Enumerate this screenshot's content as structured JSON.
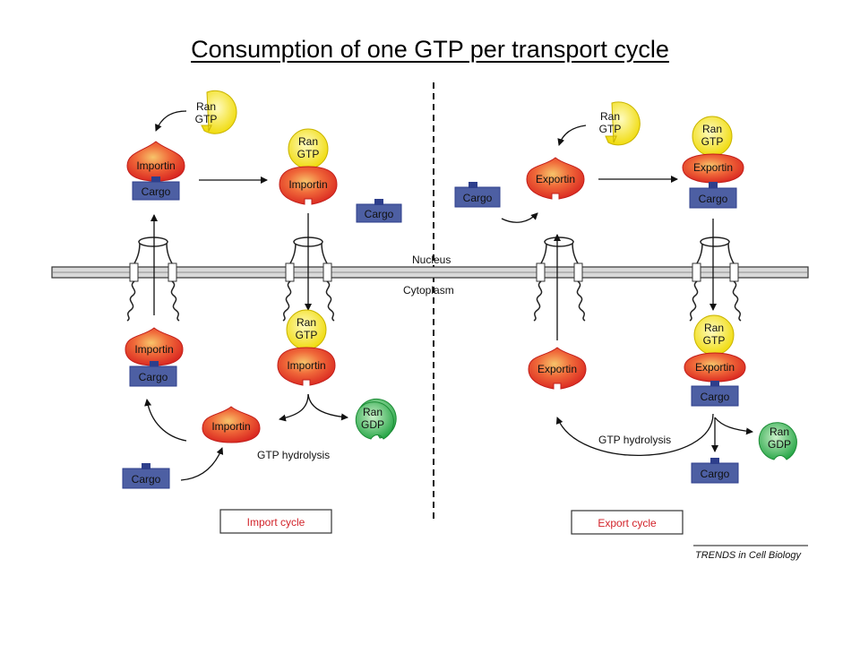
{
  "title": "Consumption of one GTP per transport cycle",
  "labels": {
    "nucleus": "Nucleus",
    "cytoplasm": "Cytoplasm",
    "gtp_hydrolysis": "GTP hydrolysis",
    "import_cycle": "Import cycle",
    "export_cycle": "Export cycle",
    "credit": "TRENDS in Cell Biology"
  },
  "molecules": {
    "importin": "Importin",
    "exportin": "Exportin",
    "cargo": "Cargo",
    "ran": "Ran",
    "gtp": "GTP",
    "gdp": "GDP"
  },
  "colors": {
    "importin_fill": "#e8352e",
    "importin_highlight": "#f6b56a",
    "cargo_fill": "#4d5fa3",
    "ran_gtp_fill": "#f2e600",
    "ran_gdp_fill": "#2fb04a",
    "label_box_text": "#d2232a"
  }
}
